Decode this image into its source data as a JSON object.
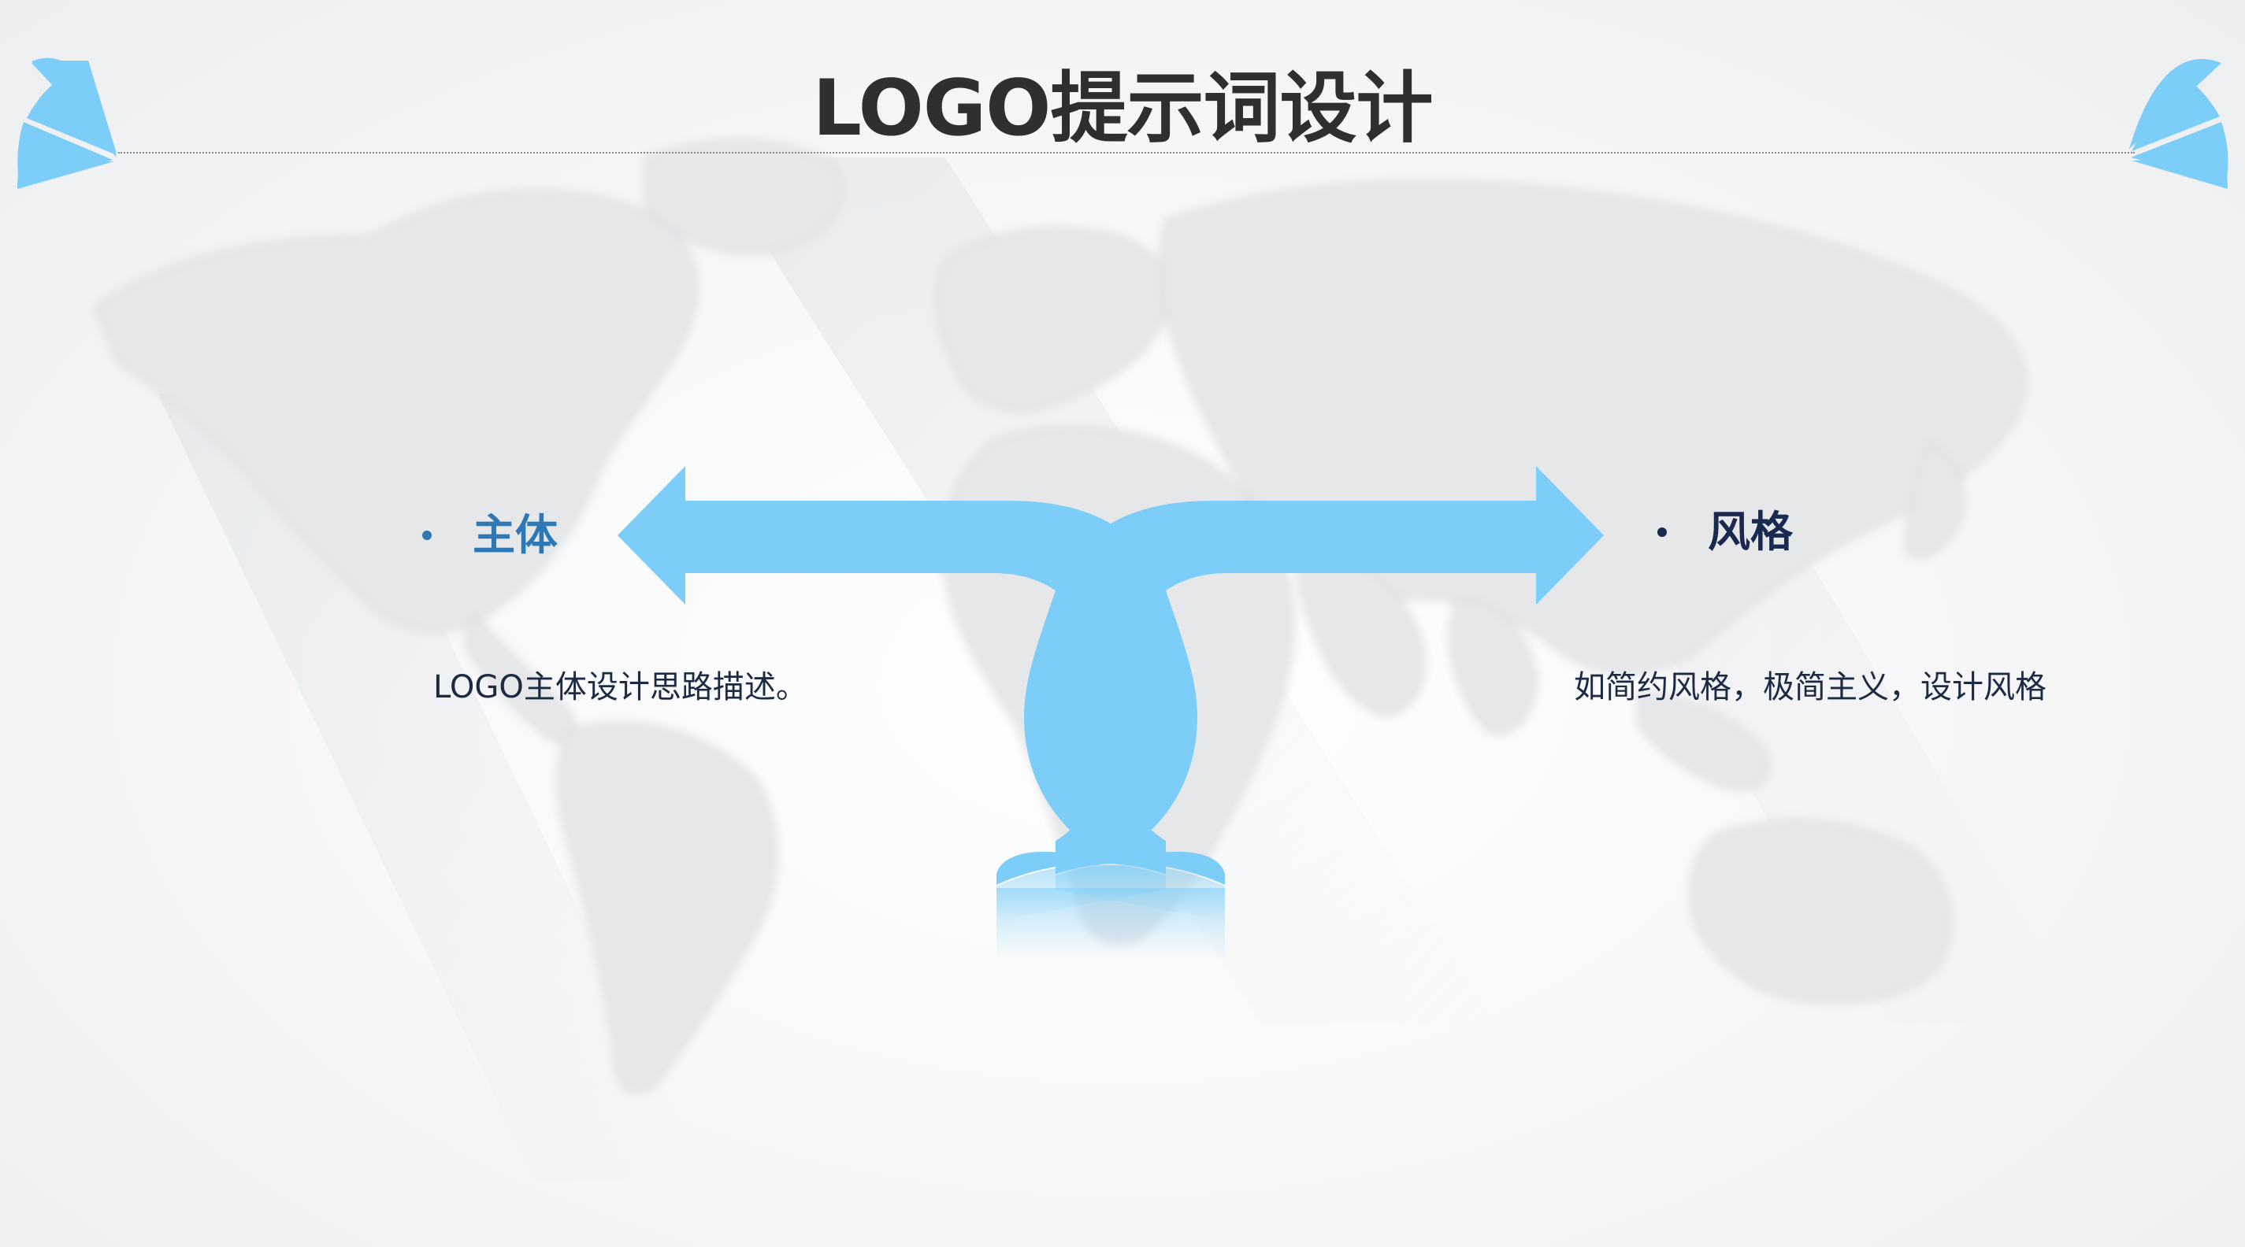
{
  "slide": {
    "title": "LOGO提示词设计"
  },
  "left_item": {
    "label": "主体",
    "description": "LOGO主体设计思路描述。"
  },
  "right_item": {
    "label": "风格",
    "description": "如简约风格，极简主义，设计风格"
  },
  "colors": {
    "accent": "#7ccdf7",
    "left_label": "#2e79b5",
    "right_label": "#1a2a4e",
    "title": "#2f2f2f",
    "map": "#e3e5e7"
  },
  "icons": {
    "corner_left": "quarter-circle-segments-icon",
    "corner_right": "quarter-circle-segments-icon",
    "center": "interlocking-double-arrow-icon",
    "background": "world-map-icon"
  }
}
